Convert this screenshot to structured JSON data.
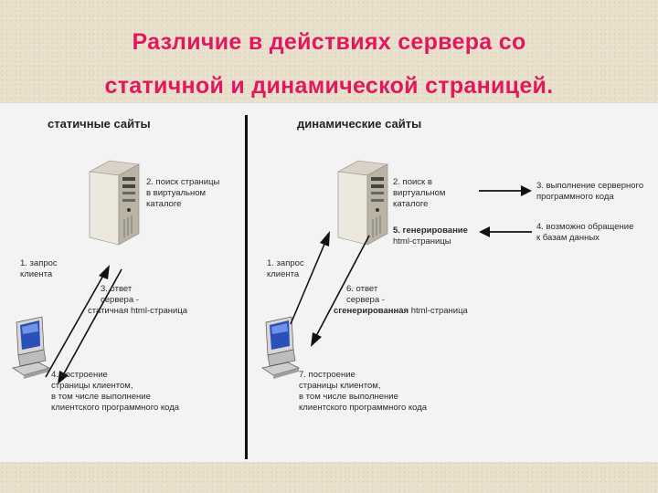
{
  "title": {
    "line1": "Различие в действиях сервера со",
    "line2": "статичной и динамической страницей."
  },
  "left": {
    "heading": "статичные сайты",
    "server_label": [
      "2. поиск страницы",
      "в виртуальном",
      "каталоге"
    ],
    "request_label": [
      "1. запрос",
      "клиента"
    ],
    "response_label": [
      "3. ответ",
      "сервера -",
      "статичная html-страница"
    ],
    "client_label": [
      "4. построение",
      "страницы клиентом,",
      "в том числе выполнение",
      "клиентского программного кода"
    ]
  },
  "right": {
    "heading": "динамические сайты",
    "server_label": [
      "2. поиск в",
      "виртуальном",
      "каталоге"
    ],
    "generate_label_bold": "5. генерирование",
    "generate_label_rest": "html-страницы",
    "exec_label": [
      "3. выполнение серверного",
      "программного кода"
    ],
    "db_label": [
      "4. возможно обращение",
      "к базам данных"
    ],
    "request_label": [
      "1. запрос",
      "клиента"
    ],
    "response_label_1": "6. ответ",
    "response_label_2": "сервера -",
    "response_label_bold": "сгенерированная",
    "response_label_rest": " html-страница",
    "client_label": [
      "7. построение",
      "страницы клиентом,",
      "в том числе выполнение",
      "клиентского программного кода"
    ]
  }
}
